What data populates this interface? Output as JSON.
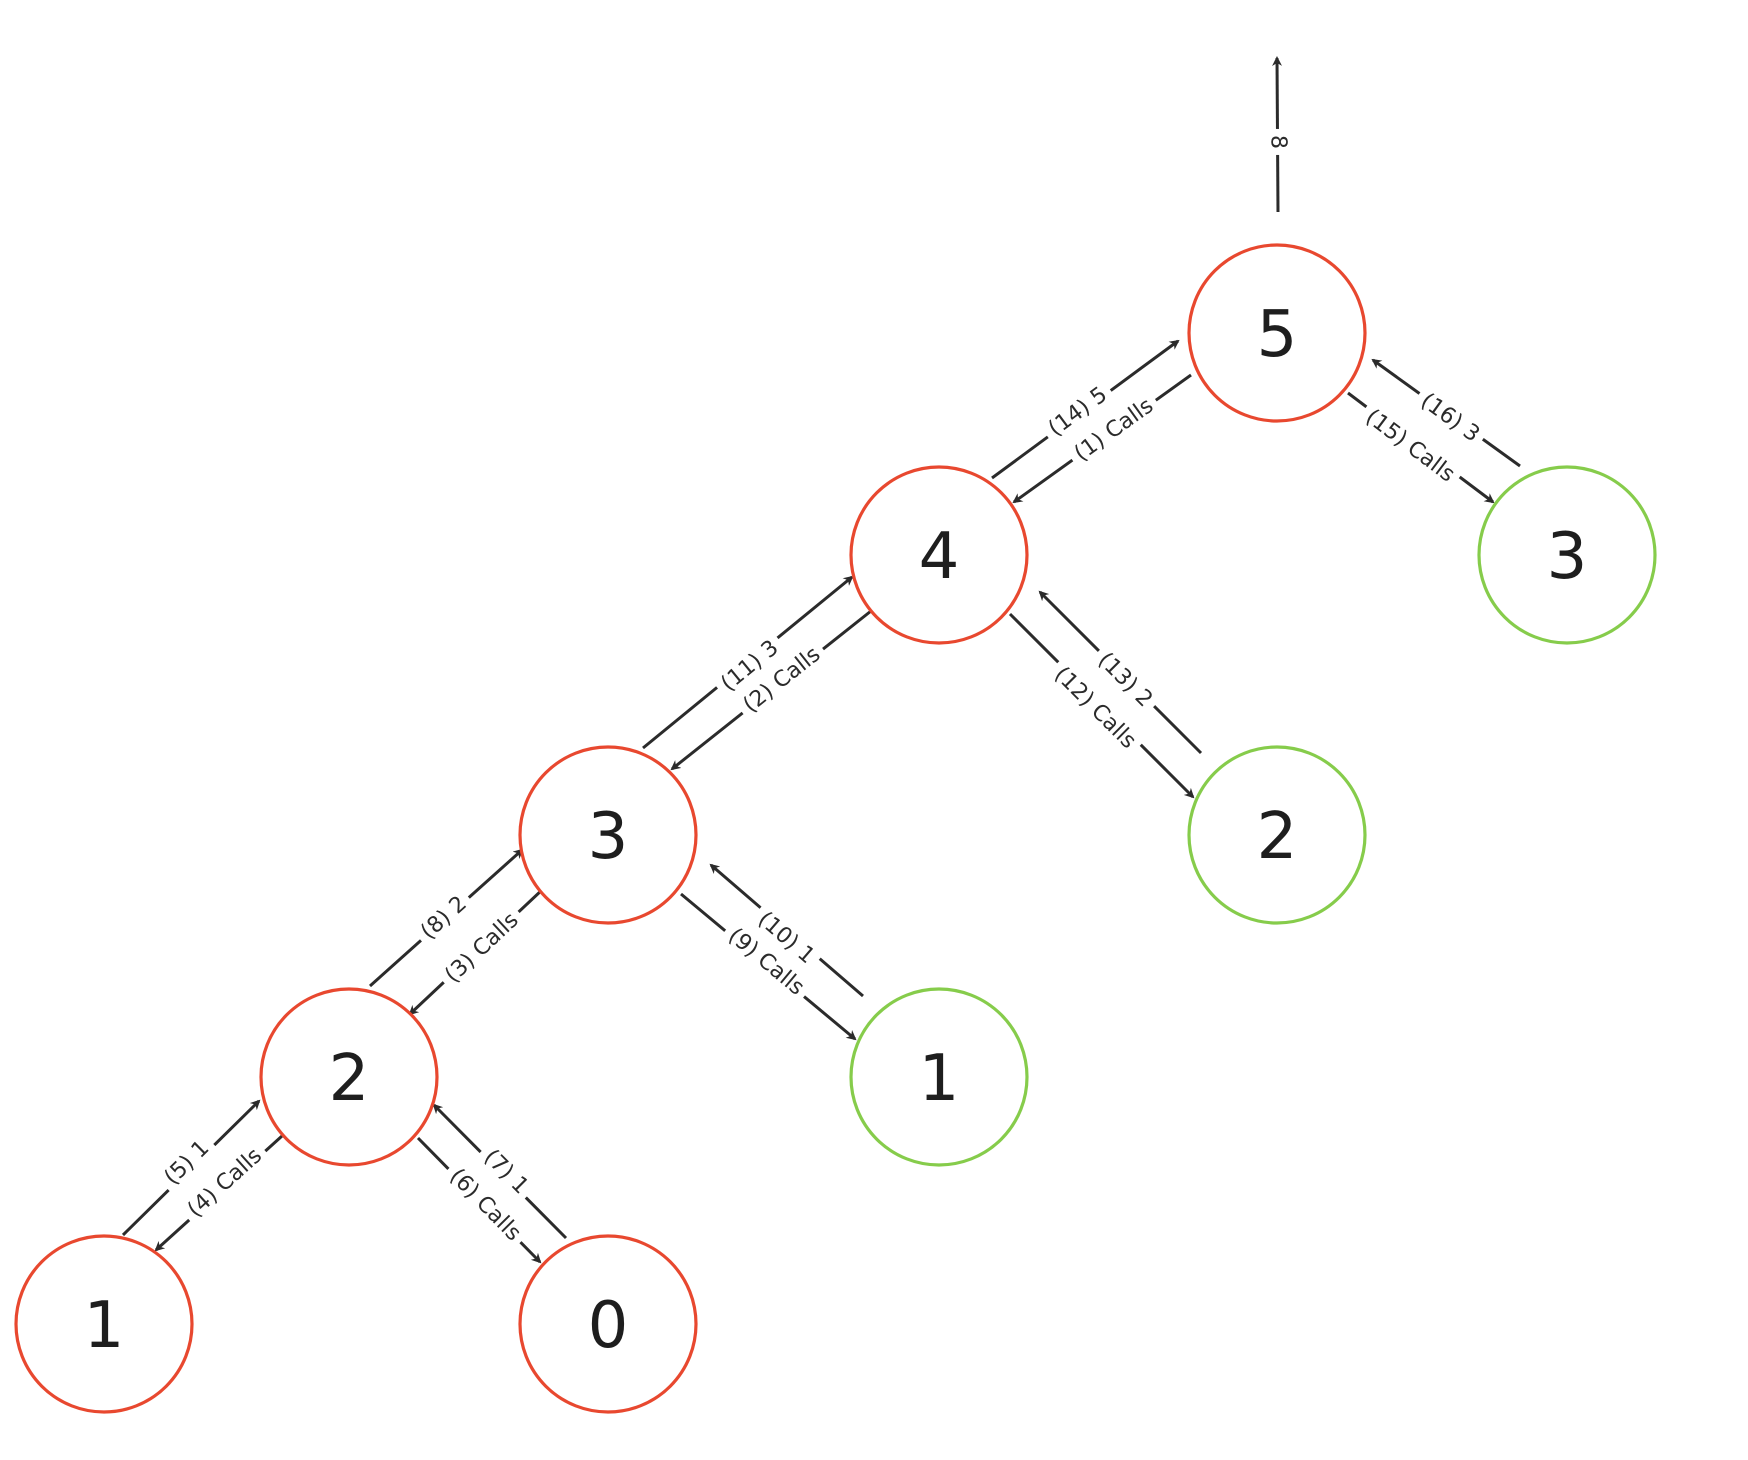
{
  "colors": {
    "visited": "#e8482f",
    "memo": "#86cc4b",
    "edge": "#2b2b2b",
    "text": "#1e1e1e"
  },
  "nodes": [
    {
      "id": "n5",
      "label": "5",
      "kind": "visited"
    },
    {
      "id": "n4",
      "label": "4",
      "kind": "visited"
    },
    {
      "id": "n3r",
      "label": "3",
      "kind": "memo"
    },
    {
      "id": "n3",
      "label": "3",
      "kind": "visited"
    },
    {
      "id": "n2r",
      "label": "2",
      "kind": "memo"
    },
    {
      "id": "n2",
      "label": "2",
      "kind": "visited"
    },
    {
      "id": "n1r",
      "label": "1",
      "kind": "memo"
    },
    {
      "id": "n1",
      "label": "1",
      "kind": "visited"
    },
    {
      "id": "n0",
      "label": "0",
      "kind": "visited"
    }
  ],
  "edges": [
    {
      "id": "e-top",
      "from": "n5",
      "to": "top",
      "label": "8"
    },
    {
      "id": "e1",
      "from": "n5",
      "to": "n4",
      "label": "(1) Calls"
    },
    {
      "id": "e14",
      "from": "n4",
      "to": "n5",
      "label": "(14) 5"
    },
    {
      "id": "e15",
      "from": "n5",
      "to": "n3r",
      "label": "(15) Calls"
    },
    {
      "id": "e16",
      "from": "n3r",
      "to": "n5",
      "label": "(16) 3"
    },
    {
      "id": "e2",
      "from": "n4",
      "to": "n3",
      "label": "(2) Calls"
    },
    {
      "id": "e11",
      "from": "n3",
      "to": "n4",
      "label": "(11) 3"
    },
    {
      "id": "e12",
      "from": "n4",
      "to": "n2r",
      "label": "(12) Calls"
    },
    {
      "id": "e13",
      "from": "n2r",
      "to": "n4",
      "label": "(13) 2"
    },
    {
      "id": "e3",
      "from": "n3",
      "to": "n2",
      "label": "(3) Calls"
    },
    {
      "id": "e8",
      "from": "n2",
      "to": "n3",
      "label": "(8)  2"
    },
    {
      "id": "e9",
      "from": "n3",
      "to": "n1r",
      "label": "(9) Calls"
    },
    {
      "id": "e10",
      "from": "n1r",
      "to": "n3",
      "label": "(10) 1"
    },
    {
      "id": "e4",
      "from": "n2",
      "to": "n1",
      "label": "(4) Calls"
    },
    {
      "id": "e5",
      "from": "n1",
      "to": "n2",
      "label": "(5) 1"
    },
    {
      "id": "e6",
      "from": "n2",
      "to": "n0",
      "label": "(6) Calls"
    },
    {
      "id": "e7",
      "from": "n0",
      "to": "n2",
      "label": "(7)  1"
    }
  ]
}
